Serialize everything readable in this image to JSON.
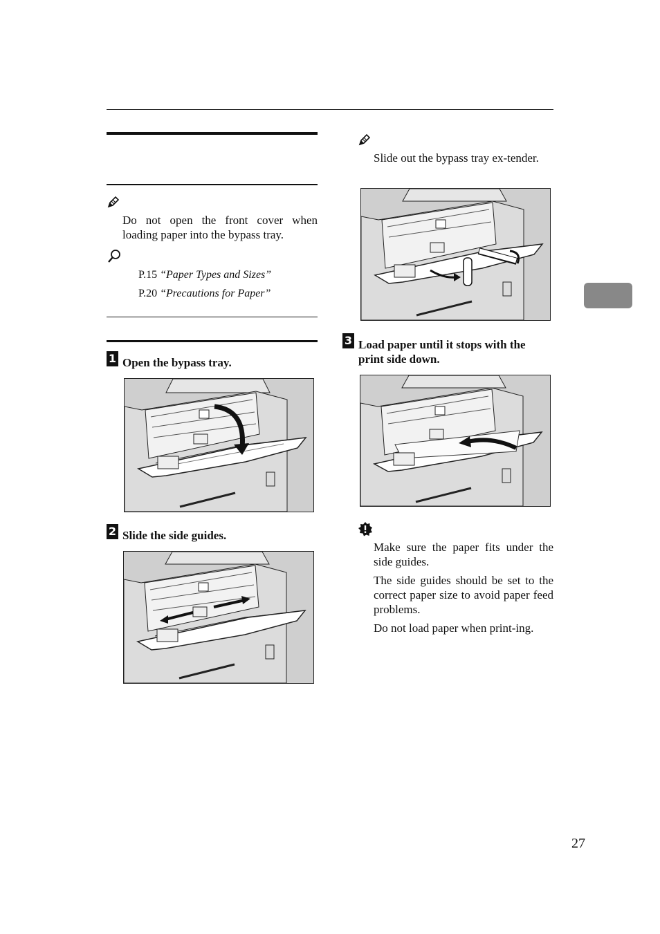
{
  "left_column": {
    "note_text": "Do not open the front cover when loading paper into the bypass tray.",
    "references": [
      {
        "page": "P.15",
        "title": "“Paper Types and Sizes”"
      },
      {
        "page": "P.20",
        "title": "“Precautions for Paper”"
      }
    ],
    "steps": [
      {
        "number": "1",
        "text": "Open the bypass tray."
      },
      {
        "number": "2",
        "text": "Slide the side guides."
      }
    ]
  },
  "right_column": {
    "note_text": "Slide out the bypass tray ex-tender.",
    "steps": [
      {
        "number": "3",
        "text": "Load paper until it stops with the print side down."
      }
    ],
    "important_items": [
      "Make sure the paper fits under the side guides.",
      "The side guides should be set to the correct paper size to avoid paper feed problems.",
      "Do not load paper when print-ing."
    ]
  },
  "icons": {
    "note": "pencil-icon",
    "reference": "magnifier-icon",
    "important": "important-icon"
  },
  "page_number": "27"
}
